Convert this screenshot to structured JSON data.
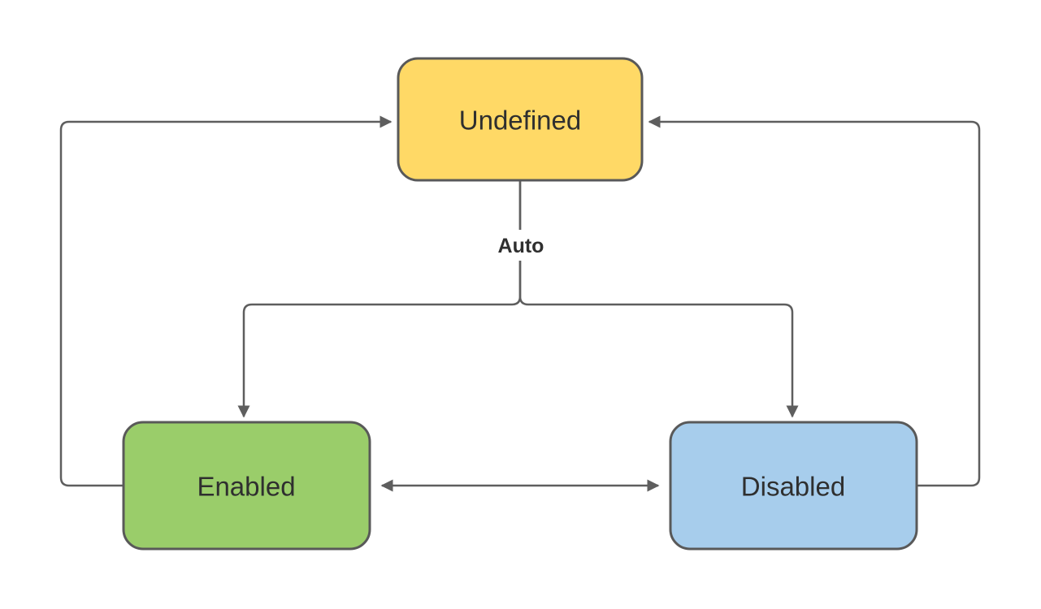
{
  "diagram": {
    "line_color": "#5e5e5e",
    "text_color": "#2f2f2f",
    "nodes": {
      "undefined": {
        "label": "Undefined",
        "fill": "#FFD966",
        "stroke": "#595959"
      },
      "enabled": {
        "label": "Enabled",
        "fill": "#9ACD6A",
        "stroke": "#595959"
      },
      "disabled": {
        "label": "Disabled",
        "fill": "#A7CDEC",
        "stroke": "#595959"
      }
    },
    "edge_labels": {
      "auto": "Auto"
    }
  }
}
